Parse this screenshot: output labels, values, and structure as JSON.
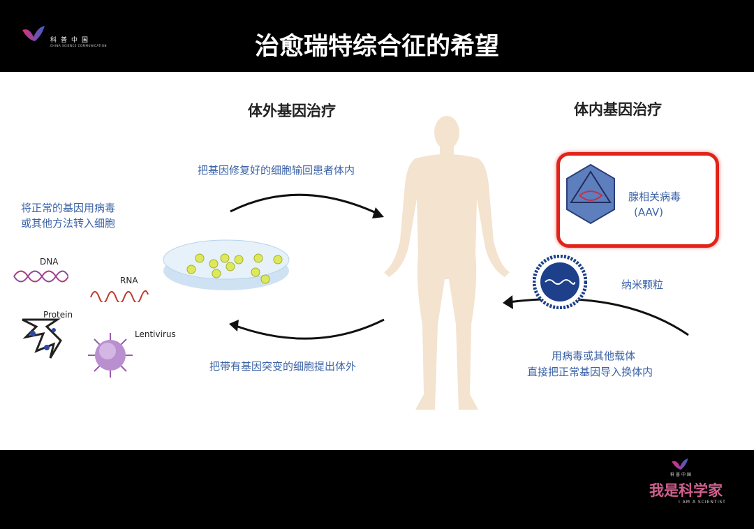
{
  "header": {
    "title": "治愈瑞特综合征的希望",
    "logo_cn": "科普中国",
    "logo_en": "CHINA SCIENCE COMMUNICATION"
  },
  "left": {
    "heading": "体外基因治疗",
    "step_top": "把基因修复好的细胞输回患者体内",
    "step_bottom": "把带有基因突变的细胞提出体外",
    "intro": [
      "将正常的基因用病毒",
      "或其他方法转入细胞"
    ],
    "vectors": [
      "DNA",
      "RNA",
      "Protein",
      "Lentivirus"
    ]
  },
  "right": {
    "heading": "体内基因治疗",
    "aav": [
      "腺相关病毒",
      "(AAV)"
    ],
    "nano": "纳米颗粒",
    "desc": [
      "用病毒或其他载体",
      "直接把正常基因导入换体内"
    ]
  },
  "footer": {
    "logo_small": "科普中国",
    "brand": "我是科学家",
    "brand_en": "I AM A SCIENTIST"
  },
  "colors": {
    "accent_blue": "#3b62a6",
    "highlight_red": "#e2231a",
    "skin": "#f3e3cf"
  }
}
